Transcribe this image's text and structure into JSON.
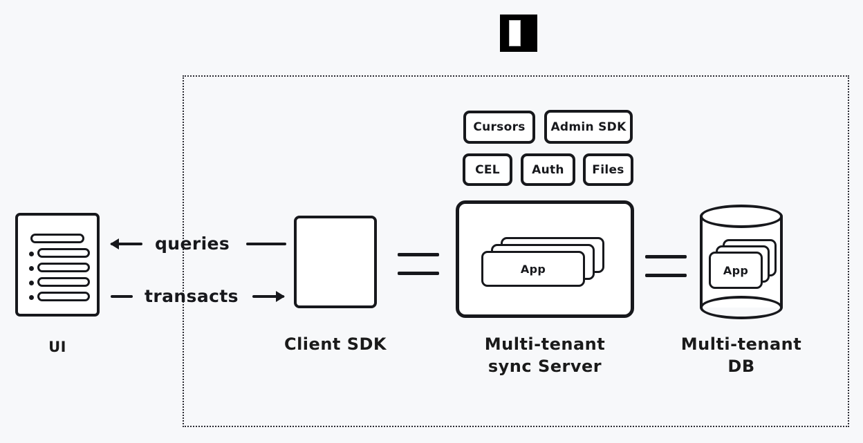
{
  "meta": {
    "background_color": "#f7f8fa",
    "ink_color": "#17181c",
    "surface_color": "#ffffff"
  },
  "logo": {
    "name": "instant-logo",
    "square_color": "#000000",
    "bar_color": "#ffffff"
  },
  "boundary": {
    "style": "dotted",
    "color": "#2b2b33"
  },
  "nodes": {
    "ui": {
      "caption": "UI",
      "icon": "list-icon"
    },
    "client_sdk": {
      "caption": "Client SDK"
    },
    "sync_server": {
      "caption": "Multi-tenant\nsync Server",
      "card_label": "App",
      "card_count": 3
    },
    "database": {
      "caption": "Multi-tenant\nDB",
      "card_label": "App",
      "card_count": 3
    }
  },
  "flows": [
    {
      "label": "queries",
      "direction": "left",
      "from": "Client SDK",
      "to": "UI"
    },
    {
      "label": "transacts",
      "direction": "right",
      "from": "UI",
      "to": "Client SDK"
    }
  ],
  "features": [
    {
      "label": "Cursors"
    },
    {
      "label": "Admin SDK"
    },
    {
      "label": "CEL"
    },
    {
      "label": "Auth"
    },
    {
      "label": "Files"
    }
  ],
  "connectors": [
    {
      "name": "sdk-to-server",
      "style": "double-line"
    },
    {
      "name": "server-to-db",
      "style": "double-line"
    }
  ]
}
